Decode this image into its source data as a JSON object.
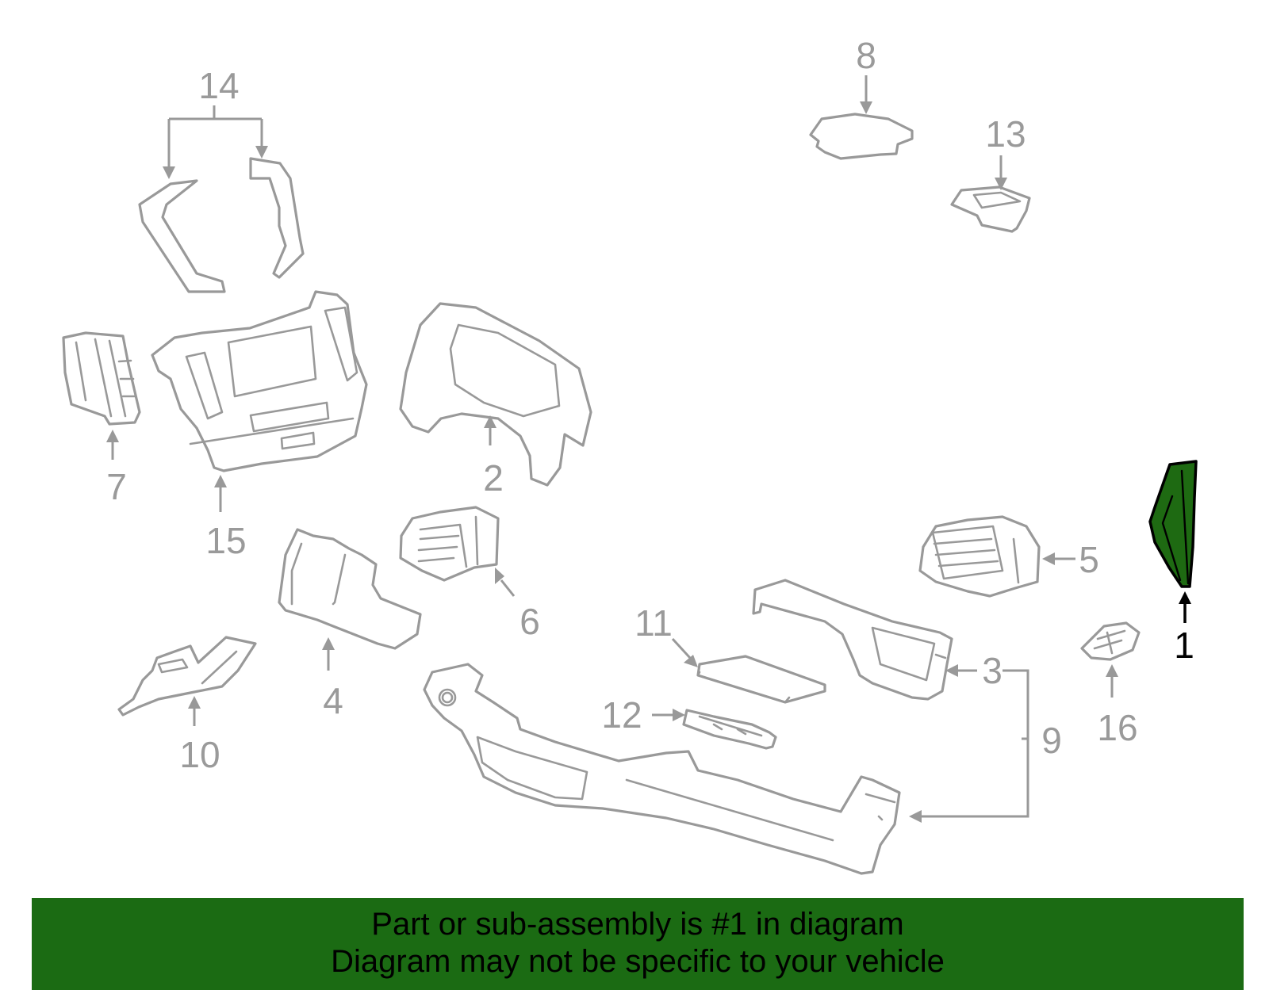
{
  "callouts": {
    "c1": "1",
    "c2": "2",
    "c3": "3",
    "c4": "4",
    "c5": "5",
    "c6": "6",
    "c7": "7",
    "c8": "8",
    "c9": "9",
    "c10": "10",
    "c11": "11",
    "c12": "12",
    "c13": "13",
    "c14": "14",
    "c15": "15",
    "c16": "16"
  },
  "highlighted_part": "1",
  "colors": {
    "highlight_fill": "#1e6a12",
    "banner_background": "#1b6b13",
    "part_outline": "#999999",
    "callout_text": "#9a9a9a",
    "highlight_text": "#000000"
  },
  "banner": {
    "line1": "Part or sub-assembly is #1 in diagram",
    "line2": "Diagram may not be specific to your vehicle"
  }
}
